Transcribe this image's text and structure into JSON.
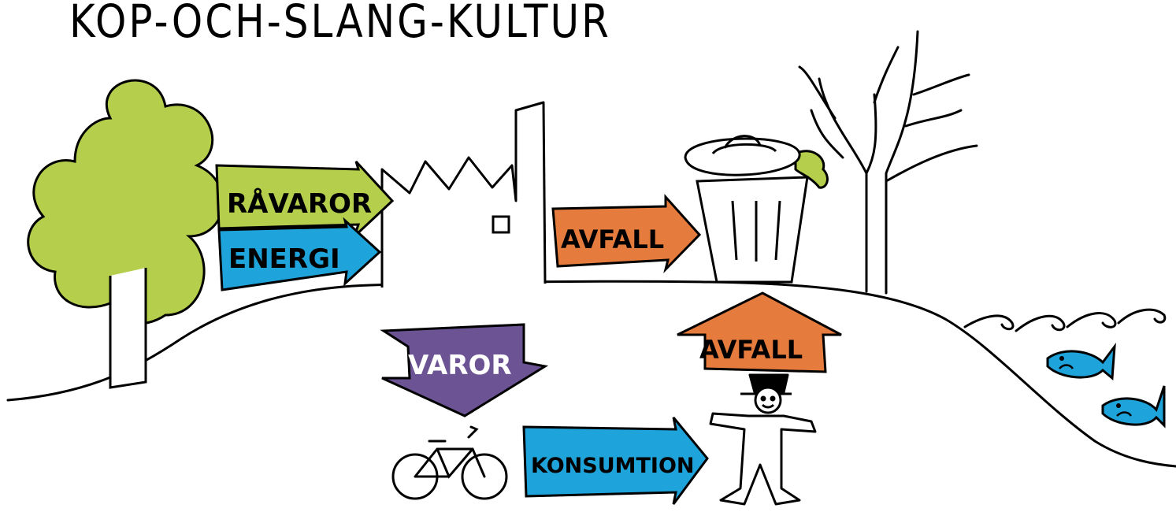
{
  "title": "KÖP-OCH-SLÄNG-KULTUR",
  "arrows": {
    "ravaror": "RÅVAROR",
    "energi": "ENERGI",
    "avfall_factory": "AVFALL",
    "varor": "VAROR",
    "avfall_person": "AVFALL",
    "konsumtion": "KONSUMTION"
  },
  "colors": {
    "tree": "#B5CF4C",
    "ravaror": "#B5CF4C",
    "energi": "#1EA3DB",
    "avfall": "#E57B3C",
    "varor": "#6B5394",
    "konsumtion": "#1EA3DB",
    "fish": "#1EA3DB",
    "lid_peel": "#B5CF4C"
  },
  "icons": [
    "tree-icon",
    "factory-icon",
    "trash-can-icon",
    "bare-tree-icon",
    "bicycle-icon",
    "person-icon",
    "fish-icon",
    "wave-icon"
  ]
}
